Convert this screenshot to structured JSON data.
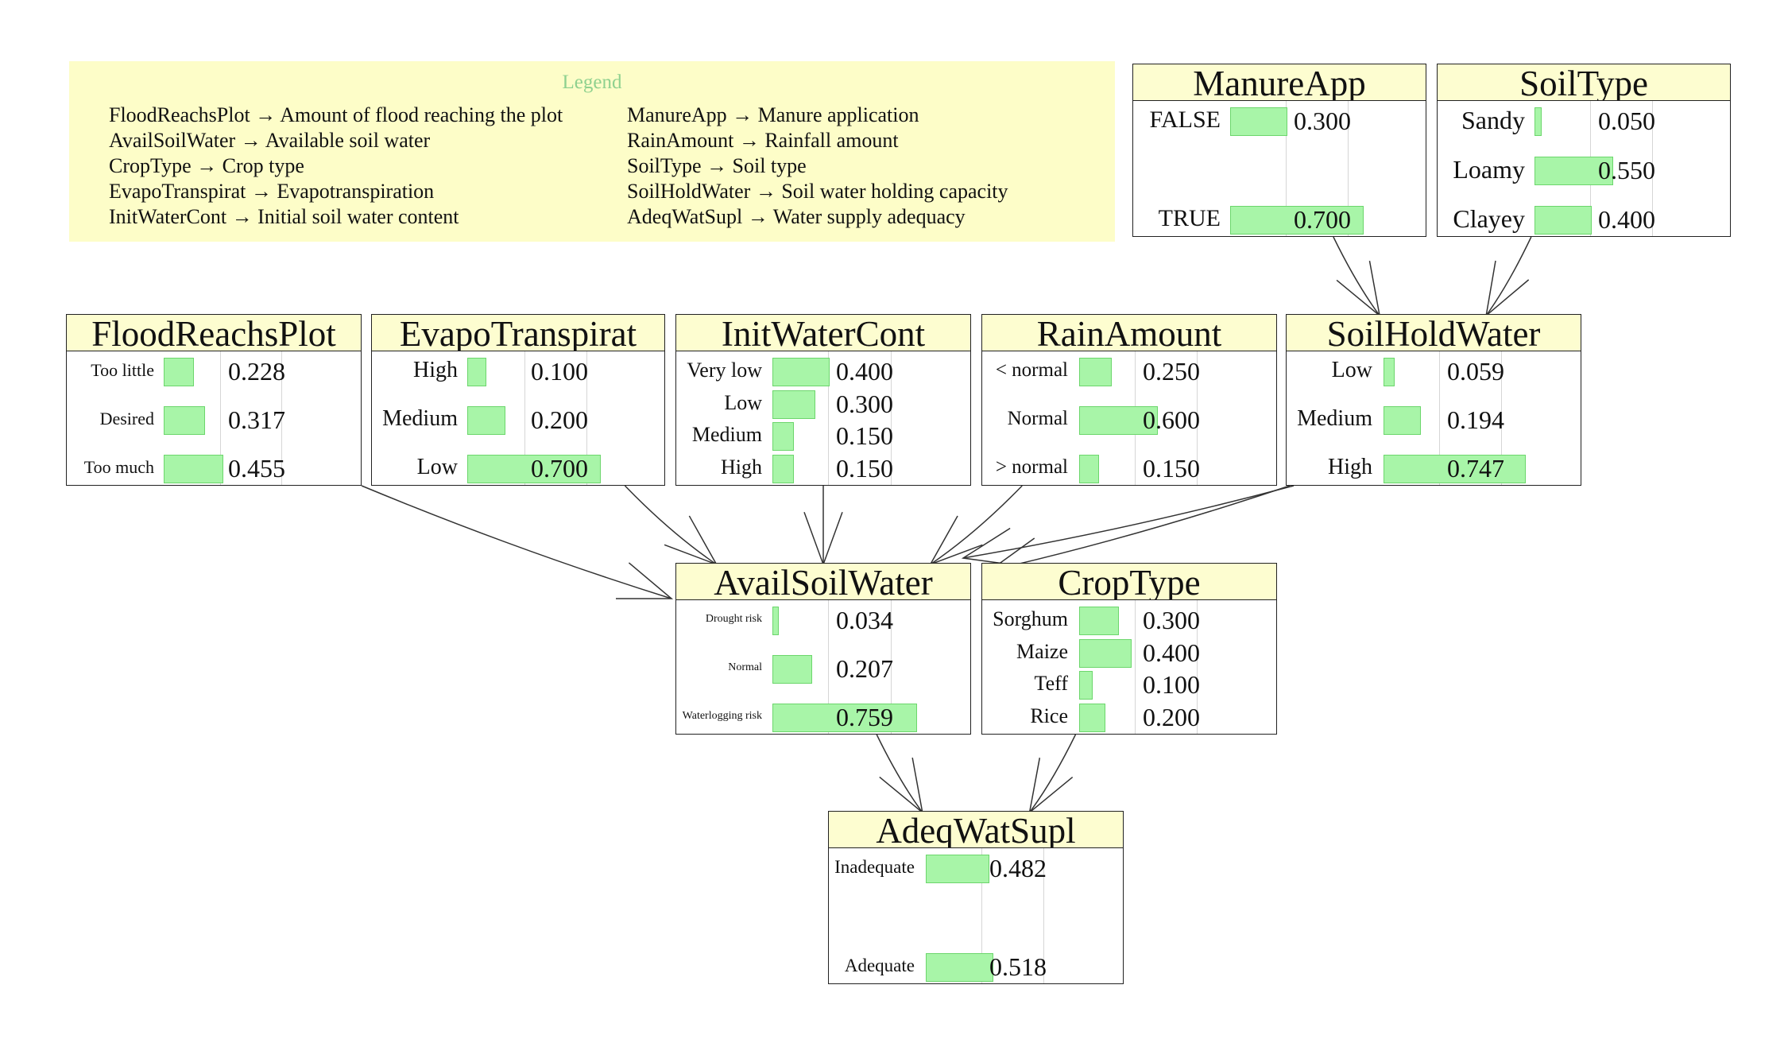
{
  "legend": {
    "title": "Legend",
    "column1": [
      "FloodReachsPlot → Amount of flood reaching the plot",
      "AvailSoilWater → Available soil water",
      "CropType → Crop type",
      "EvapoTranspirat → Evapotranspiration",
      "InitWaterCont → Initial soil water content"
    ],
    "column2": [
      "ManureApp → Manure application",
      "RainAmount → Rainfall amount",
      "SoilType → Soil type",
      "SoilHoldWater → Soil water holding capacity",
      "AdeqWatSupl → Water supply adequacy"
    ]
  },
  "nodes": {
    "manureapp": {
      "title": "ManureApp",
      "states": [
        {
          "label": "FALSE",
          "value": "0.300",
          "p": 0.3
        },
        {
          "label": "TRUE",
          "value": "0.700",
          "p": 0.7
        }
      ]
    },
    "soiltype": {
      "title": "SoilType",
      "states": [
        {
          "label": "Sandy",
          "value": "0.050",
          "p": 0.05
        },
        {
          "label": "Loamy",
          "value": "0.550",
          "p": 0.55
        },
        {
          "label": "Clayey",
          "value": "0.400",
          "p": 0.4
        }
      ]
    },
    "floodreachsplot": {
      "title": "FloodReachsPlot",
      "states": [
        {
          "label": "Too little",
          "value": "0.228",
          "p": 0.228
        },
        {
          "label": "Desired",
          "value": "0.317",
          "p": 0.317
        },
        {
          "label": "Too much",
          "value": "0.455",
          "p": 0.455
        }
      ]
    },
    "evapotranspirat": {
      "title": "EvapoTranspirat",
      "states": [
        {
          "label": "High",
          "value": "0.100",
          "p": 0.1
        },
        {
          "label": "Medium",
          "value": "0.200",
          "p": 0.2
        },
        {
          "label": "Low",
          "value": "0.700",
          "p": 0.7
        }
      ]
    },
    "initwatercont": {
      "title": "InitWaterCont",
      "states": [
        {
          "label": "Very low",
          "value": "0.400",
          "p": 0.4
        },
        {
          "label": "Low",
          "value": "0.300",
          "p": 0.3
        },
        {
          "label": "Medium",
          "value": "0.150",
          "p": 0.15
        },
        {
          "label": "High",
          "value": "0.150",
          "p": 0.15
        }
      ]
    },
    "rainamount": {
      "title": "RainAmount",
      "states": [
        {
          "label": "< normal",
          "value": "0.250",
          "p": 0.25
        },
        {
          "label": "Normal",
          "value": "0.600",
          "p": 0.6
        },
        {
          "label": "> normal",
          "value": "0.150",
          "p": 0.15
        }
      ]
    },
    "soilholdwater": {
      "title": "SoilHoldWater",
      "states": [
        {
          "label": "Low",
          "value": "0.059",
          "p": 0.059
        },
        {
          "label": "Medium",
          "value": "0.194",
          "p": 0.194
        },
        {
          "label": "High",
          "value": "0.747",
          "p": 0.747
        }
      ]
    },
    "availsoilwater": {
      "title": "AvailSoilWater",
      "states": [
        {
          "label": "Drought risk",
          "value": "0.034",
          "p": 0.034
        },
        {
          "label": "Normal",
          "value": "0.207",
          "p": 0.207
        },
        {
          "label": "Waterlogging risk",
          "value": "0.759",
          "p": 0.759
        }
      ]
    },
    "croptype": {
      "title": "CropType",
      "states": [
        {
          "label": "Sorghum",
          "value": "0.300",
          "p": 0.3
        },
        {
          "label": "Maize",
          "value": "0.400",
          "p": 0.4
        },
        {
          "label": "Teff",
          "value": "0.100",
          "p": 0.1
        },
        {
          "label": "Rice",
          "value": "0.200",
          "p": 0.2
        }
      ]
    },
    "adeqwatsupl": {
      "title": "AdeqWatSupl",
      "states": [
        {
          "label": "Inadequate",
          "value": "0.482",
          "p": 0.482
        },
        {
          "label": "Adequate",
          "value": "0.518",
          "p": 0.518
        }
      ]
    }
  },
  "edges": [
    [
      "manureapp",
      "soilholdwater"
    ],
    [
      "soiltype",
      "soilholdwater"
    ],
    [
      "floodreachsplot",
      "availsoilwater"
    ],
    [
      "evapotranspirat",
      "availsoilwater"
    ],
    [
      "initwatercont",
      "availsoilwater"
    ],
    [
      "rainamount",
      "availsoilwater"
    ],
    [
      "soilholdwater",
      "availsoilwater"
    ],
    [
      "soilholdwater",
      "croptype"
    ],
    [
      "availsoilwater",
      "adeqwatsupl"
    ],
    [
      "croptype",
      "adeqwatsupl"
    ]
  ],
  "colors": {
    "title_bg": "#fdfdd0",
    "legend_bg": "#fdfdc8",
    "bar_fill": "#a8f5a8",
    "bar_border": "#6cd66c",
    "legend_title": "#8fd18f"
  }
}
